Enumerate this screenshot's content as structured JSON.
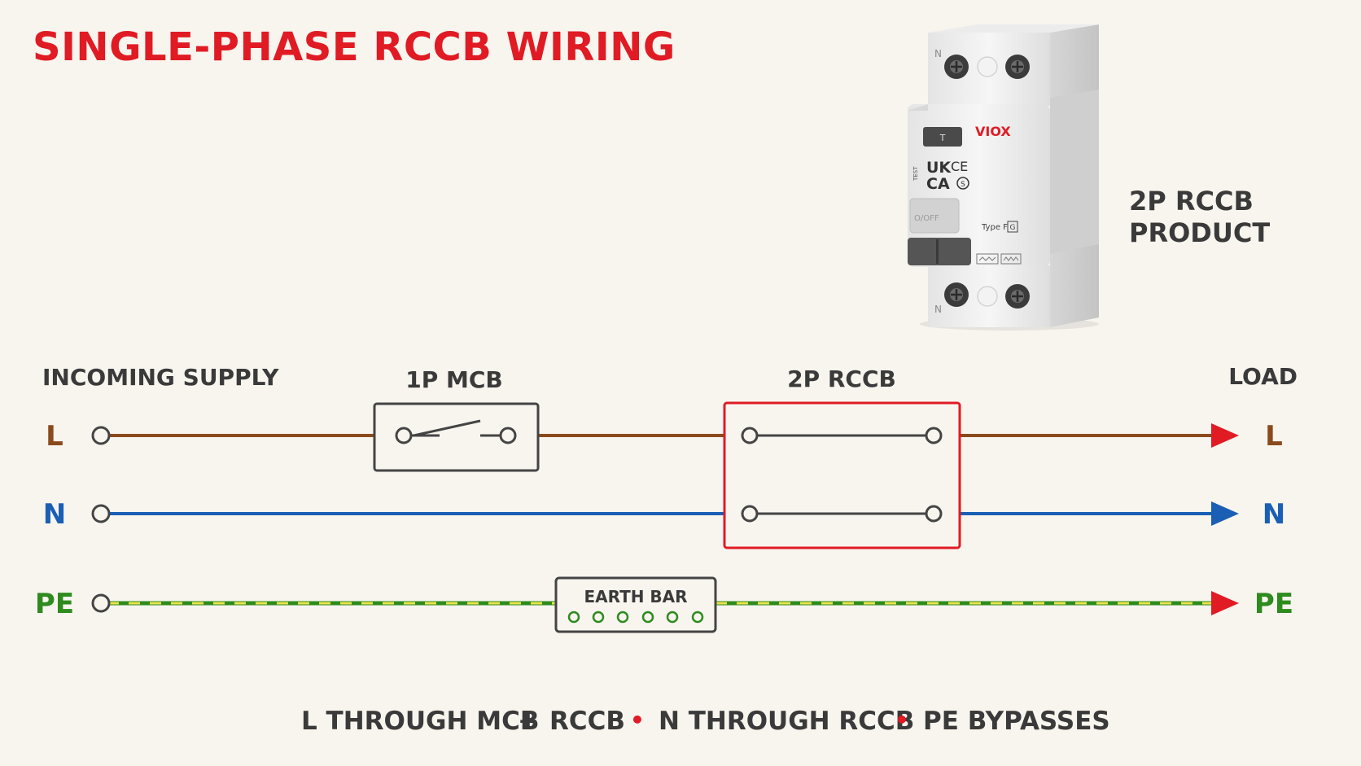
{
  "title": "SINGLE-PHASE RCCB WIRING",
  "product": {
    "caption_line1": "2P RCCB",
    "caption_line2": "PRODUCT",
    "brand": "VIOX",
    "mark_uk": "UK",
    "mark_ca": "CA",
    "mark_ce": "CE",
    "mark_s": "S",
    "terminal_n": "N",
    "test_label": "TEST",
    "test_button": "T",
    "handle_text": "O/OFF",
    "type_text": "Type F",
    "type_badge": "G"
  },
  "diagram": {
    "incoming_label": "INCOMING SUPPLY",
    "load_label": "LOAD",
    "mcb_label": "1P MCB",
    "rccb_label": "2P RCCB",
    "earth_bar_label": "EARTH BAR",
    "lines": {
      "l": "L",
      "n": "N",
      "pe": "PE"
    }
  },
  "colors": {
    "title": "#e01b24",
    "live": "#8b4a1c",
    "neutral": "#1a5fb4",
    "pe_green": "#2e8b1e",
    "pe_yellow": "#e8e34a",
    "arrow": "#e01b24",
    "rccb_box": "#e01b24",
    "text": "#3a3a3a"
  },
  "footer": {
    "part1": "L THROUGH MCB",
    "plus": "+",
    "part2": "RCCB",
    "dot": "•",
    "part3": "N THROUGH RCCB",
    "part4": "PE BYPASSES"
  }
}
